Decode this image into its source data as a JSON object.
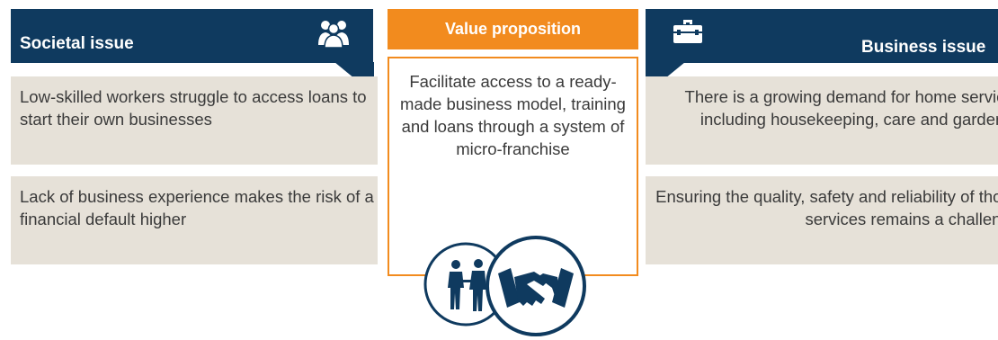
{
  "societal": {
    "title": "Societal issue",
    "icon": "people-icon",
    "items": [
      "Low-skilled workers struggle to access loans to start their own businesses",
      "Lack of business experience makes the risk of a financial default higher"
    ]
  },
  "value_proposition": {
    "title": "Value proposition",
    "text": "Facilitate access to a ready-made business model, training and loans through a system of micro-franchise",
    "icons": [
      "business-people-icon",
      "handshake-icon"
    ]
  },
  "business": {
    "title": "Business issue",
    "icon": "briefcase-icon",
    "items": [
      "There is a growing demand for home services, including housekeeping, care and gardening",
      "Ensuring the quality, safety and reliability of those services remains a challenge"
    ]
  },
  "colors": {
    "navy": "#0f3a5f",
    "orange": "#f28b1e",
    "box": "#e6e1d8",
    "text": "#3a3a3a"
  }
}
